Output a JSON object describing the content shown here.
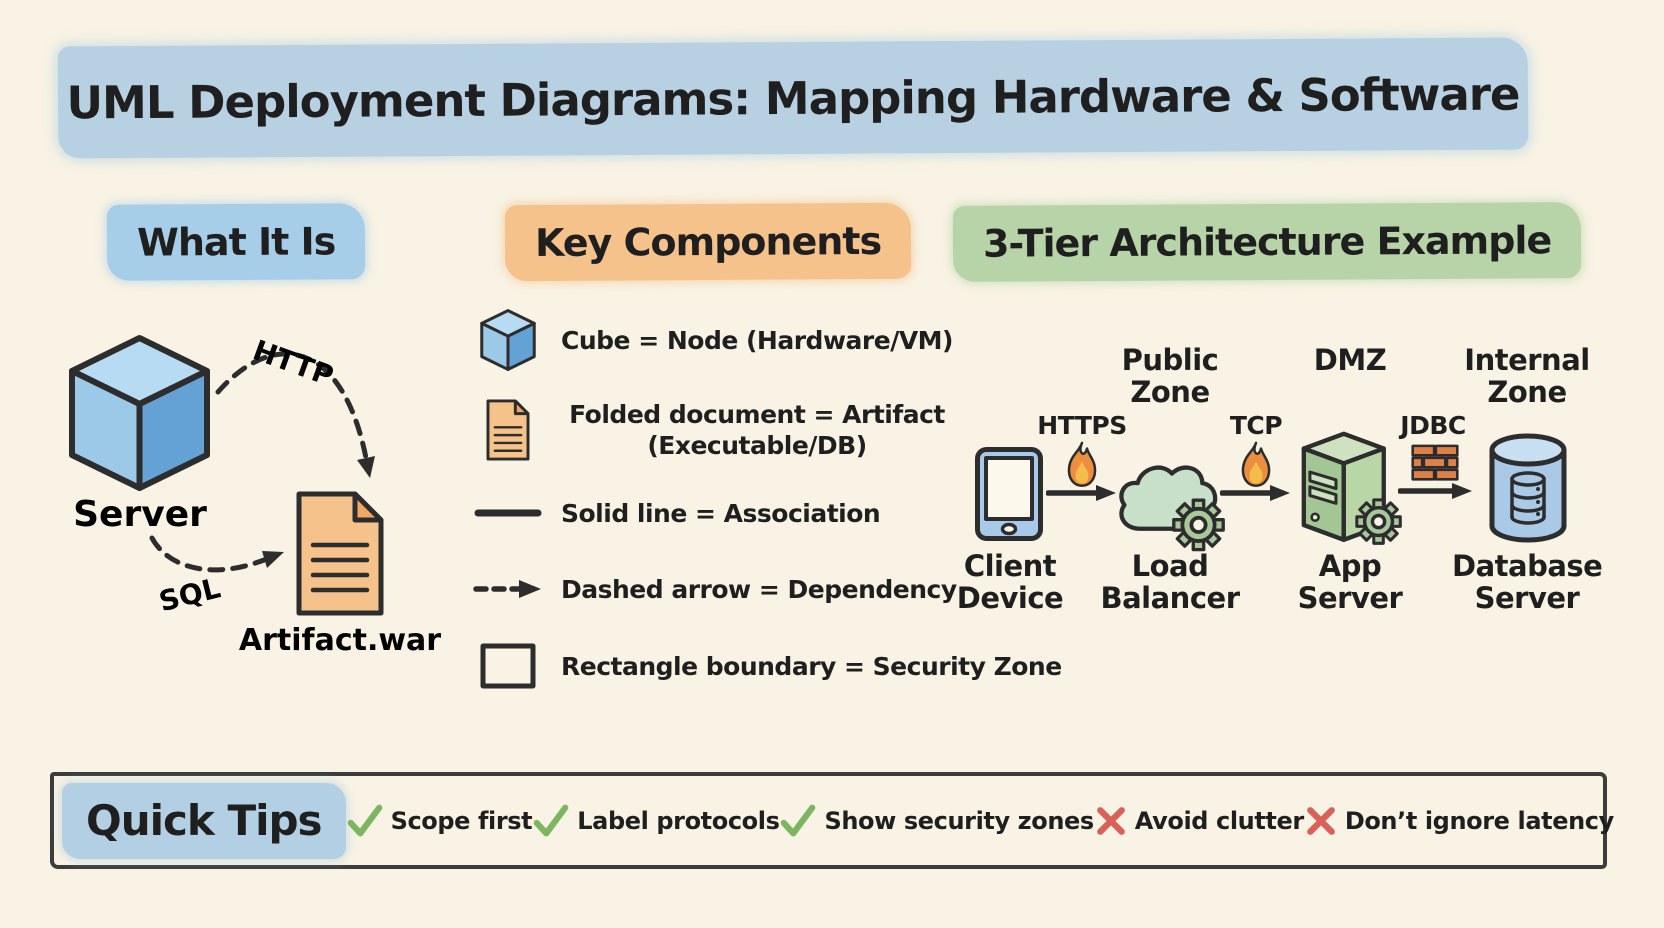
{
  "title": "UML Deployment Diagrams: Mapping Hardware & Software",
  "what_it_is": {
    "heading": "What It Is",
    "node_label": "Server",
    "artifact_label": "Artifact.war",
    "http_label": "HTTP",
    "sql_label": "SQL"
  },
  "key_components": {
    "heading": "Key Components",
    "items": [
      {
        "icon": "cube-node-icon",
        "label": "Cube = Node (Hardware/VM)"
      },
      {
        "icon": "folded-document-icon",
        "label": "Folded document = Artifact (Executable/DB)"
      },
      {
        "icon": "solid-line-icon",
        "label": "Solid line = Association"
      },
      {
        "icon": "dashed-arrow-icon",
        "label": "Dashed arrow = Dependency"
      },
      {
        "icon": "rectangle-boundary-icon",
        "label": "Rectangle boundary = Security Zone"
      }
    ]
  },
  "three_tier": {
    "heading": "3-Tier Architecture Example",
    "zones": [
      {
        "label": "Public Zone"
      },
      {
        "label": "DMZ"
      },
      {
        "label": "Internal Zone"
      }
    ],
    "nodes": [
      {
        "icon": "tablet-icon",
        "label": "Client Device"
      },
      {
        "icon": "cloud-gear-icon",
        "label": "Load Balancer"
      },
      {
        "icon": "server-tower-icon",
        "label": "App Server"
      },
      {
        "icon": "database-cylinder-icon",
        "label": "Database Server"
      }
    ],
    "links": [
      {
        "protocol": "HTTPS",
        "icon": "firewall-flame-icon"
      },
      {
        "protocol": "TCP",
        "icon": "firewall-flame-icon"
      },
      {
        "protocol": "JDBC",
        "icon": "firewall-brick-icon"
      }
    ]
  },
  "quick_tips": {
    "heading": "Quick Tips",
    "tips": [
      {
        "type": "do",
        "icon": "check-icon",
        "label": "Scope first"
      },
      {
        "type": "do",
        "icon": "check-icon",
        "label": "Label protocols"
      },
      {
        "type": "do",
        "icon": "check-icon",
        "label": "Show security zones"
      },
      {
        "type": "dont",
        "icon": "cross-icon",
        "label": "Avoid clutter"
      },
      {
        "type": "dont",
        "icon": "cross-icon",
        "label": "Don’t ignore latency"
      }
    ]
  },
  "colors": {
    "background": "#f8f3e4",
    "title_highlight": "#b7d1e3",
    "blue_highlight": "#a6cee9",
    "orange_highlight": "#f5c28c",
    "green_highlight": "#b7d3a8",
    "cube_blue": "#64a1d4",
    "artifact_orange": "#f6c28b",
    "cloud_green": "#c8dfc9",
    "server_green": "#a9cb9a",
    "database_blue": "#a9c9e6",
    "flame_orange": "#ec8d3f",
    "brick_orange": "#df8049",
    "check_green": "#7eb563",
    "cross_red": "#d8625a",
    "ink": "#2d2d2d"
  }
}
